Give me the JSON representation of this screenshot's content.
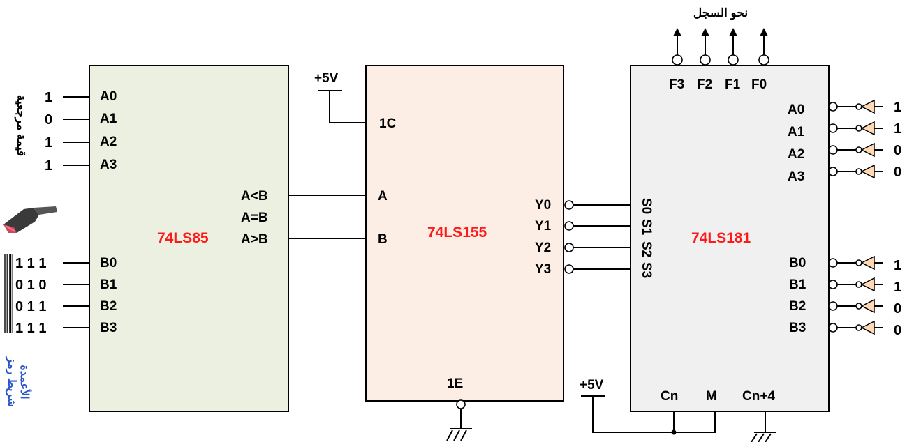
{
  "colors": {
    "comparator_fill": "#ebf0e0",
    "decoder_fill": "#fdeee5",
    "alu_fill": "#f0f0f0",
    "chip_label": "#ff1a1a",
    "barcode_caption": "#2a55c8",
    "buffer_fill": "#ffd9b3"
  },
  "labels": {
    "reference_value": "قيمة مرجعية",
    "barcode_line1": "شريط رمز",
    "barcode_line2": "الأعمدة",
    "to_register": "نحو السجل"
  },
  "comparator": {
    "name": "74LS85",
    "inputs_a": [
      "A0",
      "A1",
      "A2",
      "A3"
    ],
    "inputs_a_values": [
      "1",
      "0",
      "1",
      "1"
    ],
    "inputs_b": [
      "B0",
      "B1",
      "B2",
      "B3"
    ],
    "inputs_b_values": [
      "1 1 1",
      "0 1 0",
      "0 1 1",
      "1 1 1"
    ],
    "outputs": [
      "A<B",
      "A=B",
      "A>B"
    ]
  },
  "decoder": {
    "name": "74LS155",
    "supply": "+5V",
    "pin_c": "1C",
    "pin_a": "A",
    "pin_b": "B",
    "pin_e": "1E",
    "outputs": [
      "Y0",
      "Y1",
      "Y2",
      "Y3"
    ]
  },
  "alu": {
    "name": "74LS181",
    "outputs": [
      "F3",
      "F2",
      "F1",
      "F0"
    ],
    "select": [
      "S0",
      "S1",
      "S2",
      "S3"
    ],
    "inputs_a": [
      "A0",
      "A1",
      "A2",
      "A3"
    ],
    "inputs_a_values": [
      "1",
      "1",
      "0",
      "0"
    ],
    "inputs_b": [
      "B0",
      "B1",
      "B2",
      "B3"
    ],
    "inputs_b_values": [
      "1",
      "1",
      "0",
      "0"
    ],
    "pin_cn": "Cn",
    "pin_m": "M",
    "pin_cn4": "Cn+4",
    "supply": "+5V"
  },
  "icons": {
    "scanner": "barcode-scanner-icon",
    "barcode": "barcode-icon",
    "ground": "ground-symbol-icon"
  }
}
